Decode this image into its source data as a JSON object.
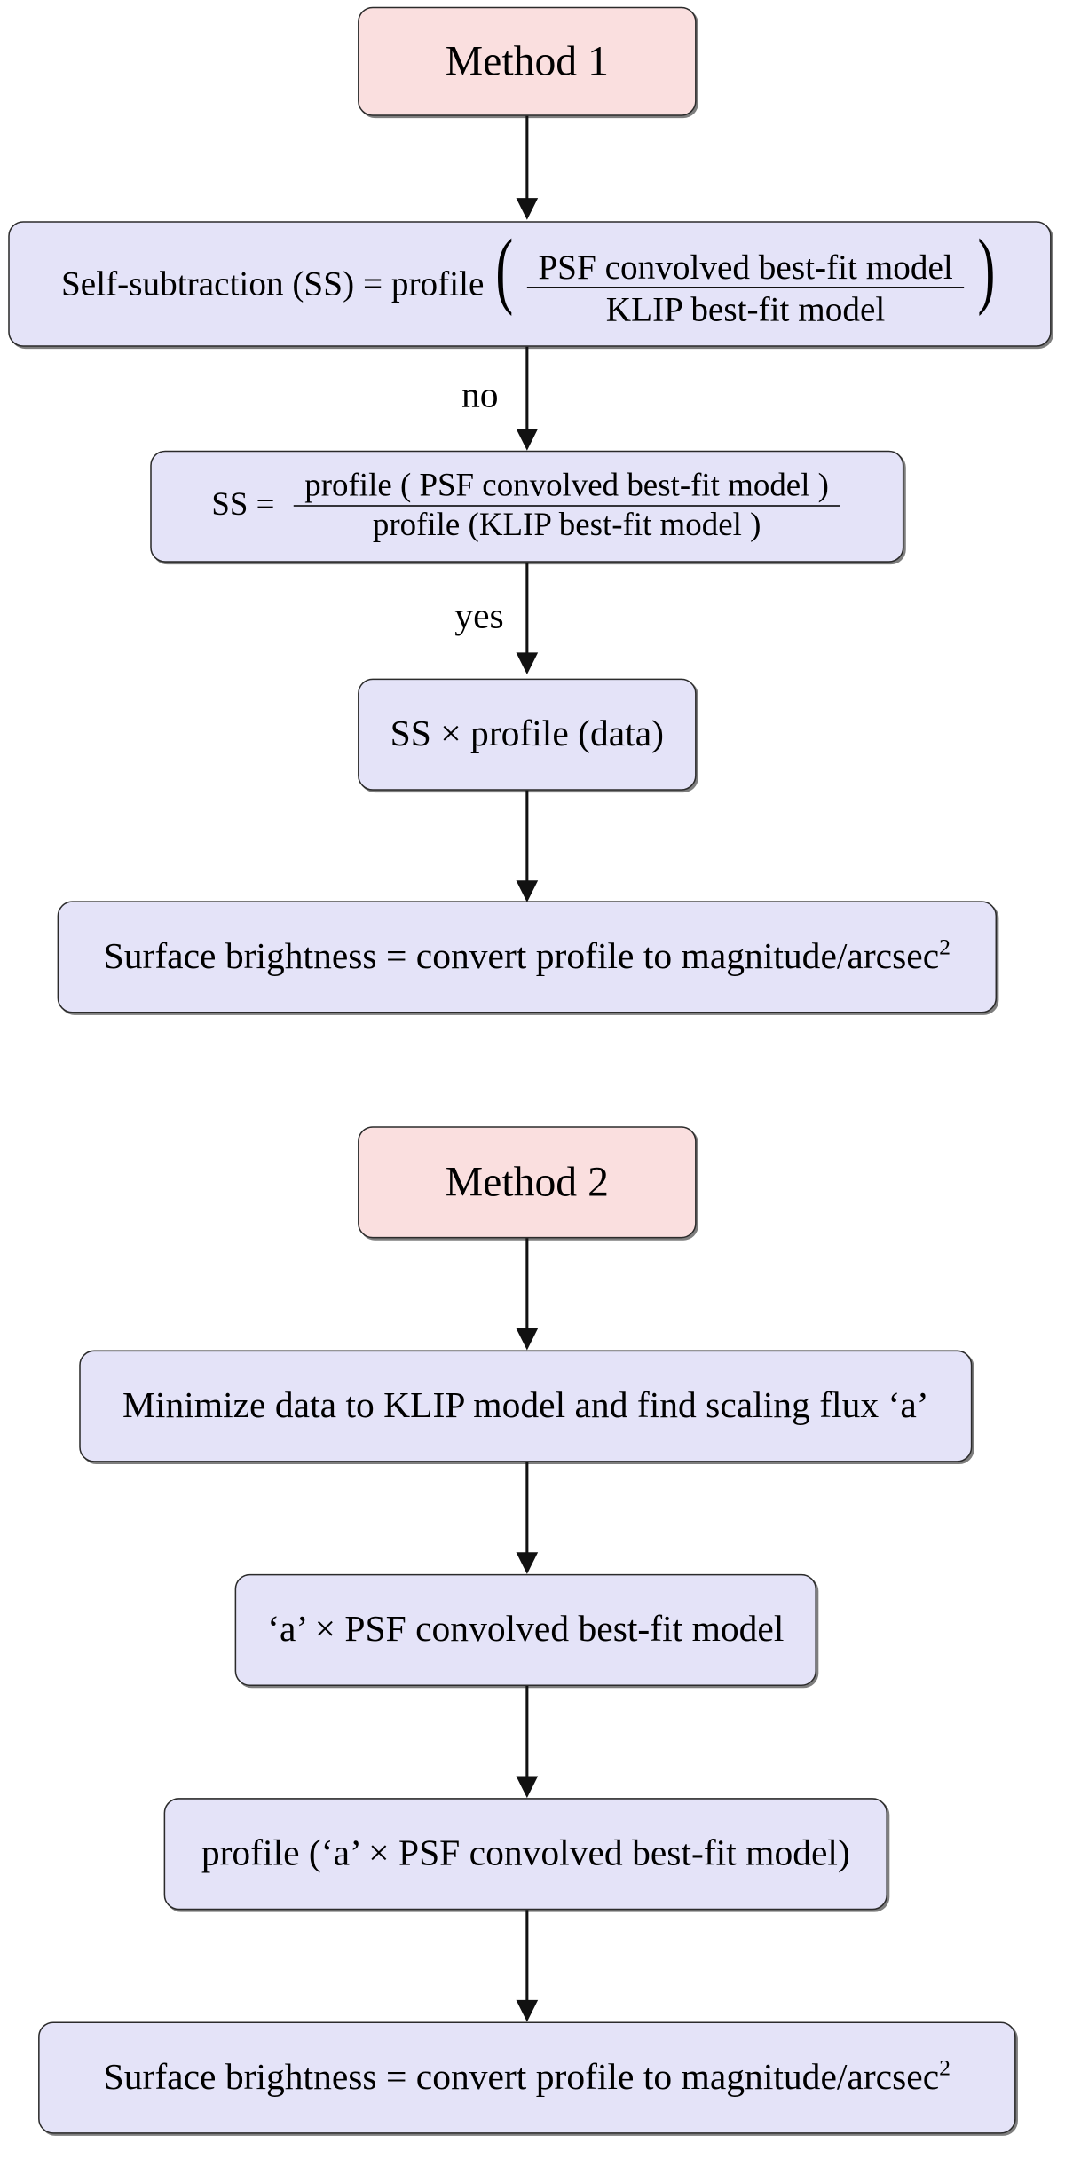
{
  "diagram": {
    "title": "Surface brightness extraction methods flowchart",
    "colors": {
      "start_node_fill": "#fadfdf",
      "process_node_fill": "#e4e3f8",
      "node_border": "#2b2b2b",
      "edge": "#111111",
      "text": "#000000"
    }
  },
  "method1": {
    "start": {
      "label": "Method 1"
    },
    "self_subtraction": {
      "prefix": "Self-subtraction (SS) = profile",
      "open_paren": "(",
      "numerator": "PSF convolved best-fit model",
      "denominator": "KLIP best-fit model",
      "close_paren": ")"
    },
    "ss_ratio": {
      "prefix": "SS =",
      "numerator": "profile ( PSF convolved best-fit model )",
      "denominator": "profile (KLIP best-fit model )"
    },
    "ss_times_profile": {
      "label": "SS × profile (data)"
    },
    "surface_brightness": {
      "text": "Surface brightness = convert profile to magnitude/arcsec",
      "exponent": "2"
    },
    "edge_labels": {
      "no": "no",
      "yes": "yes"
    }
  },
  "method2": {
    "start": {
      "label": "Method 2"
    },
    "minimize": {
      "label": "Minimize data to KLIP model and find scaling flux ‘a’"
    },
    "scaled_model": {
      "label": "‘a’ × PSF convolved best-fit model"
    },
    "profile_scaled_model": {
      "label": "profile (‘a’ × PSF convolved best-fit model)"
    },
    "surface_brightness": {
      "text": "Surface brightness = convert profile to magnitude/arcsec",
      "exponent": "2"
    }
  }
}
